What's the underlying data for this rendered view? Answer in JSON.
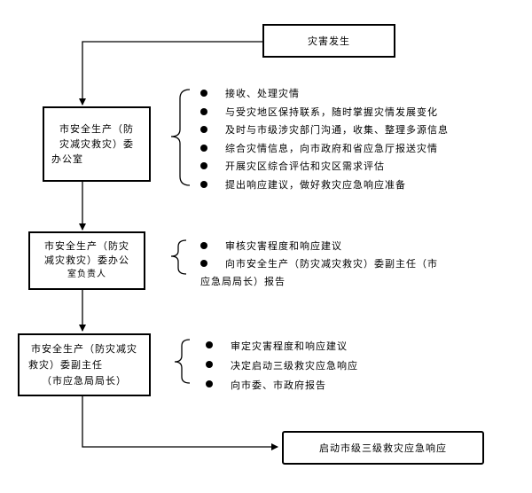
{
  "start_box": {
    "text": "灾害发生"
  },
  "box1": {
    "lines": [
      "市安全生产（防",
      "灾减灾救灾）委",
      "办公室"
    ]
  },
  "box1_items": [
    "接收、处理灾情",
    "与受灾地区保持联系，随时掌握灾情发展变化",
    "及时与市级涉灾部门沟通，收集、整理多源信息",
    "综合灾情信息，向市政府和省应急厅报送灾情",
    "开展灾区综合评估和灾区需求评估",
    "提出响应建议，做好救灾应急响应准备"
  ],
  "box2": {
    "lines": [
      "市安全生产（防灾",
      "减灾救灾）委办公",
      "室负责人"
    ]
  },
  "box2_items": [
    {
      "line1": "审核灾害程度和响应建议",
      "line2": ""
    },
    {
      "line1": "向市安全生产（防灾减灾救灾）委副主任（市",
      "line2": "应急局局长）报告"
    }
  ],
  "box3": {
    "lines": [
      "市安全生产（防灾减灾",
      "救灾）委副主任",
      "（市应急局局长）"
    ]
  },
  "box3_items": [
    "审定灾害程度和响应建议",
    "决定启动三级救灾应急响应",
    "向市委、市政府报告"
  ],
  "end_box": {
    "text": "启动市级三级救灾应急响应"
  }
}
